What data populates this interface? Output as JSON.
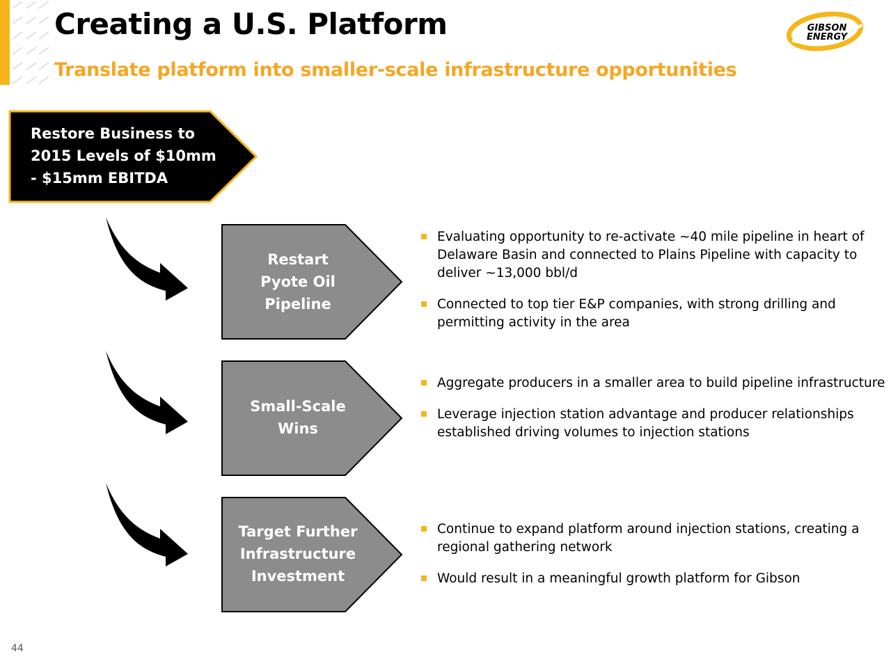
{
  "header": {
    "title": "Creating a U.S. Platform",
    "subtitle": "Translate platform into smaller-scale infrastructure opportunities"
  },
  "logo": {
    "line1": "GIBSON",
    "line2": "ENERGY",
    "color": "#F5B61B"
  },
  "colors": {
    "accent": "#F5B61B",
    "subtitle": "#F5A623",
    "callout_bg": "#000000",
    "box_fill": "#8C8C8C"
  },
  "callout": {
    "lines": [
      "Restore Business to",
      "2015 Levels of $10mm",
      "- $15mm EBITDA"
    ]
  },
  "sections": [
    {
      "label_lines": [
        "Restart",
        "Pyote Oil",
        "Pipeline"
      ],
      "bullets": [
        "Evaluating opportunity to re-activate ~40 mile pipeline in heart of Delaware Basin and connected to Plains Pipeline with capacity to deliver ~13,000 bbl/d",
        "Connected to top tier E&P companies, with strong drilling and permitting activity in the area"
      ]
    },
    {
      "label_lines": [
        "Small-Scale",
        "Wins"
      ],
      "bullets": [
        "Aggregate producers in a smaller area to build pipeline infrastructure",
        "Leverage injection station advantage and producer relationships established driving volumes to injection stations"
      ]
    },
    {
      "label_lines": [
        "Target Further",
        "Infrastructure",
        "Investment"
      ],
      "bullets": [
        "Continue to expand platform around injection stations, creating a regional gathering network",
        "Would result in a meaningful growth platform for Gibson"
      ]
    }
  ],
  "footer": {
    "page_number": "44"
  }
}
